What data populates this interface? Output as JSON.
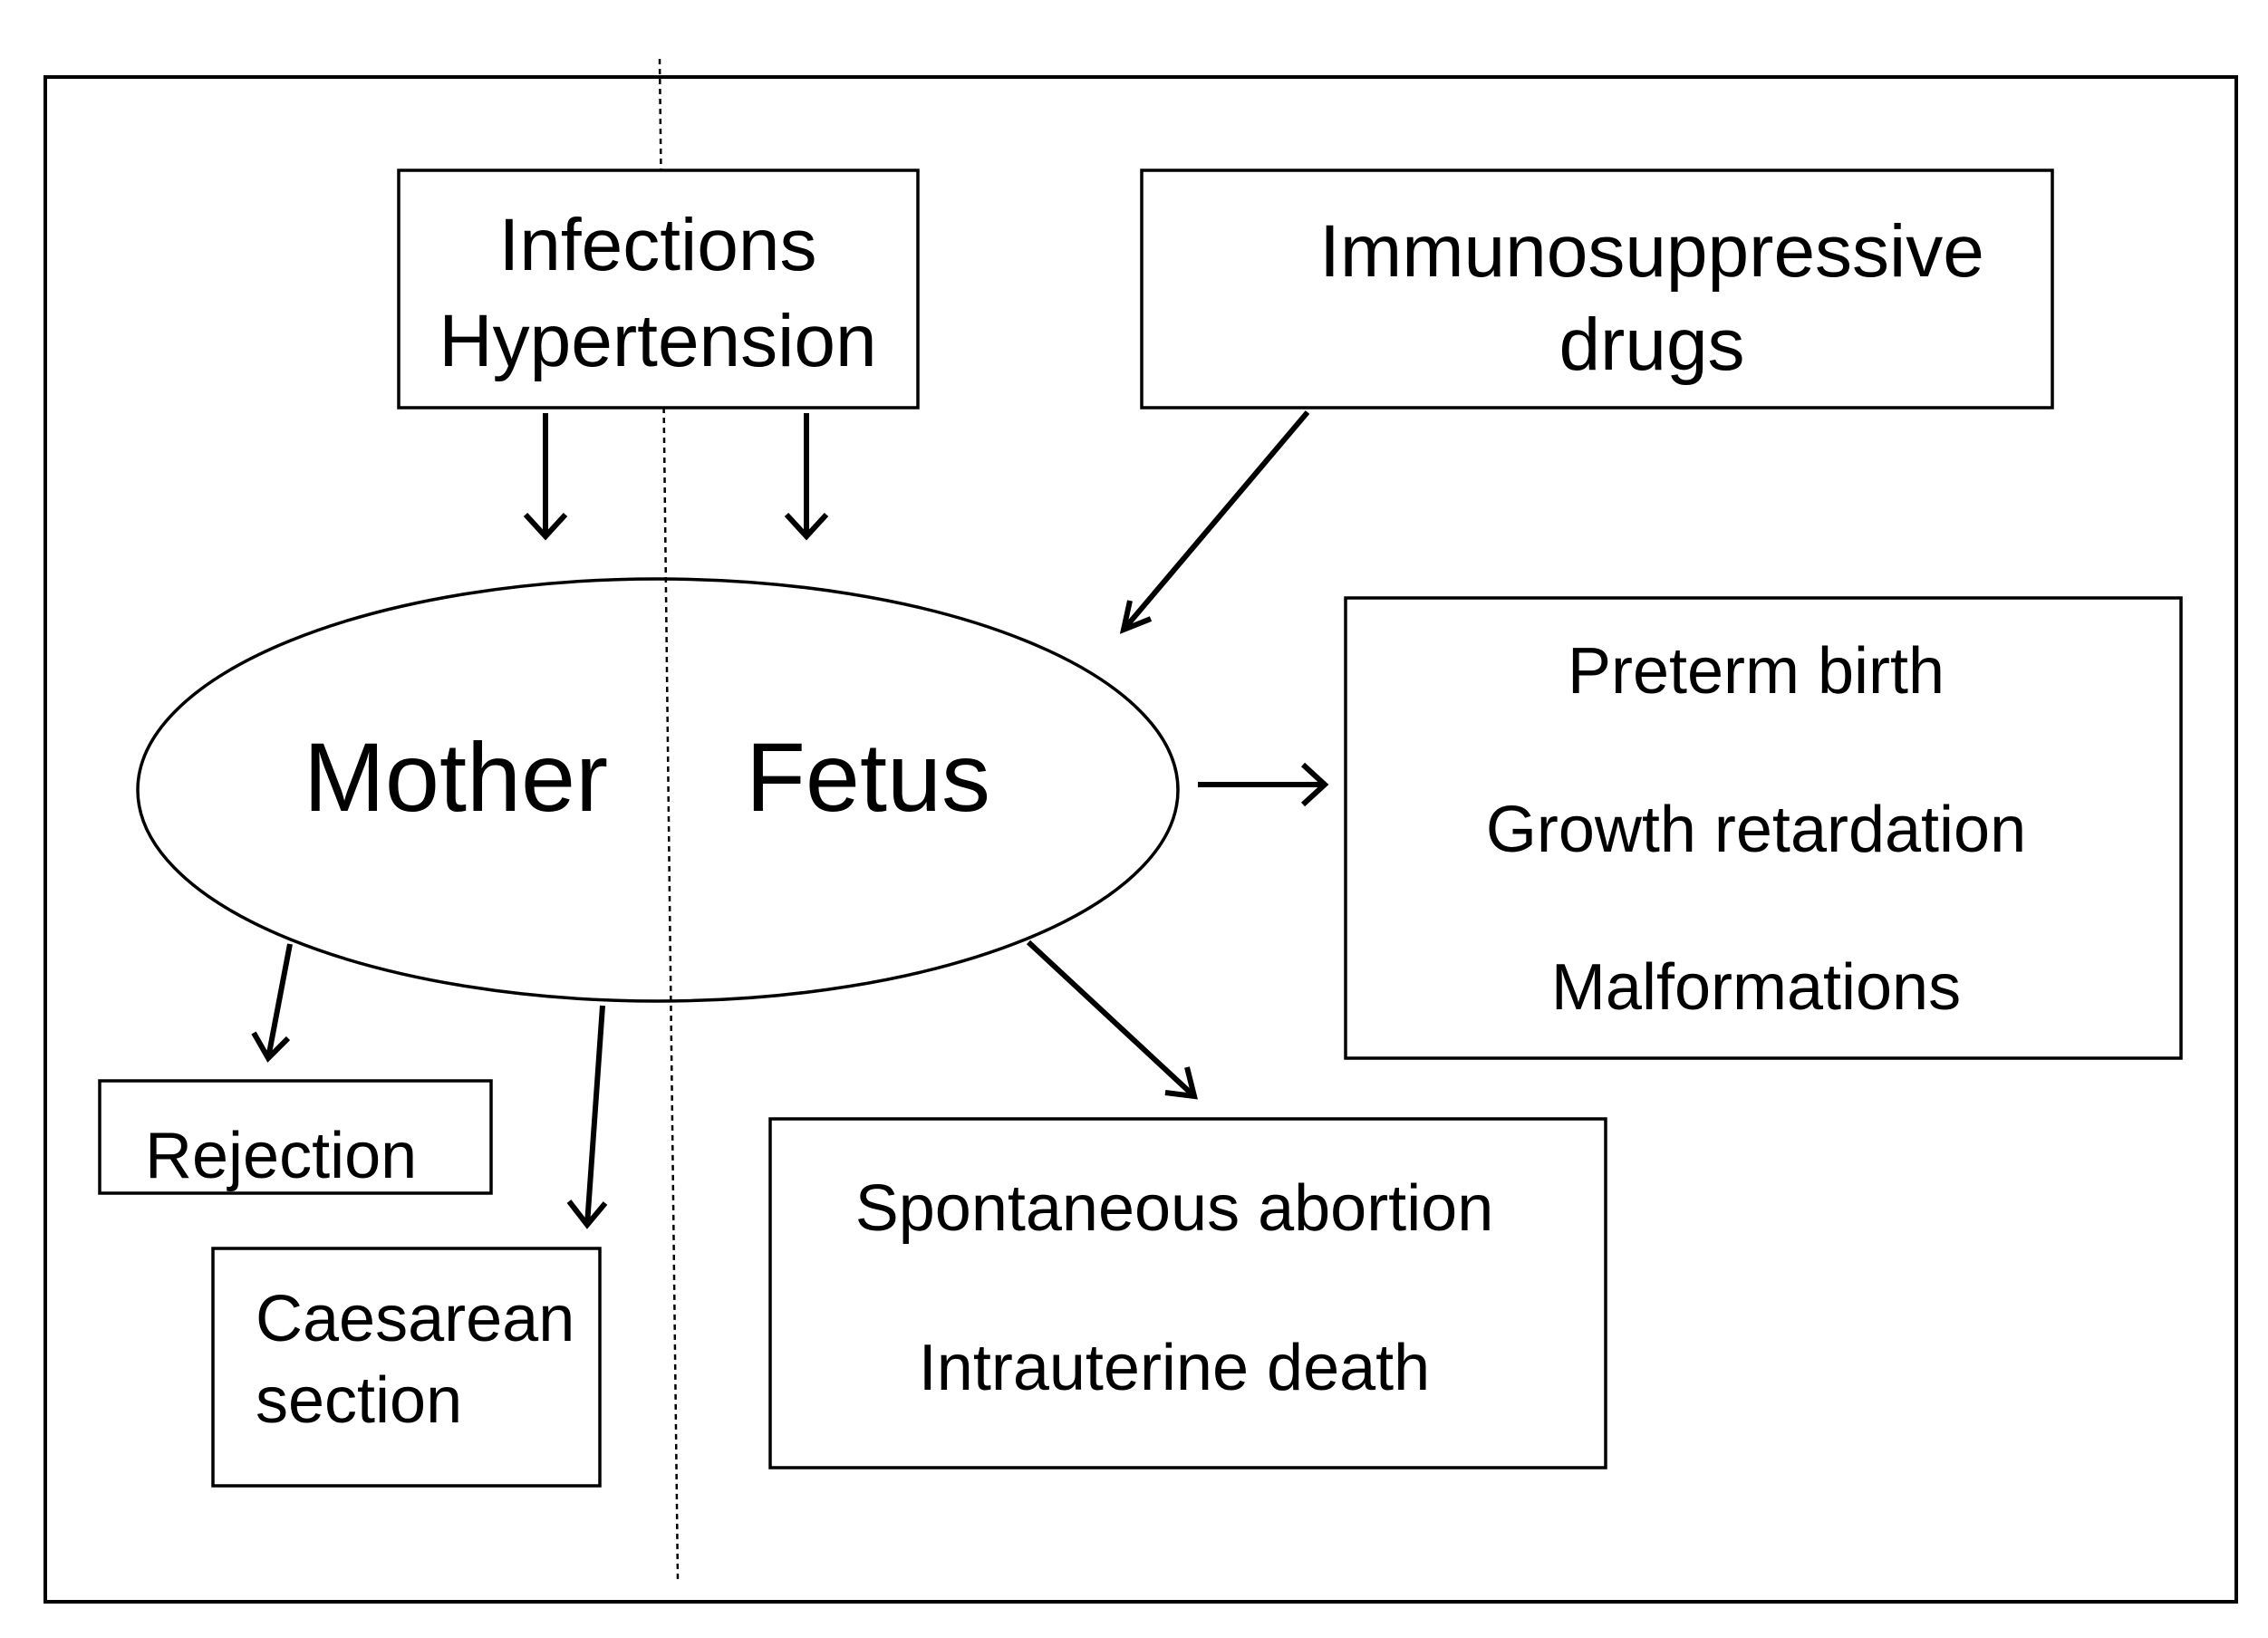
{
  "colors": {
    "stroke": "#000000",
    "background": "#ffffff"
  },
  "causes": {
    "infections": "Infections",
    "hypertension": "Hypertension",
    "immuno_line1": "Immunosuppressive",
    "immuno_line2": "drugs"
  },
  "center": {
    "mother": "Mother",
    "fetus": "Fetus"
  },
  "fetal_outcomes": {
    "preterm_birth": "Preterm birth",
    "growth_retardation": "Growth retardation",
    "malformations": "Malformations"
  },
  "pregnancy_loss": {
    "spontaneous_abortion": "Spontaneous abortion",
    "intrauterine_death": "Intrauterine death"
  },
  "maternal_outcomes": {
    "rejection": "Rejection",
    "caesarean_line1": "Caesarean",
    "caesarean_line2": "section"
  }
}
